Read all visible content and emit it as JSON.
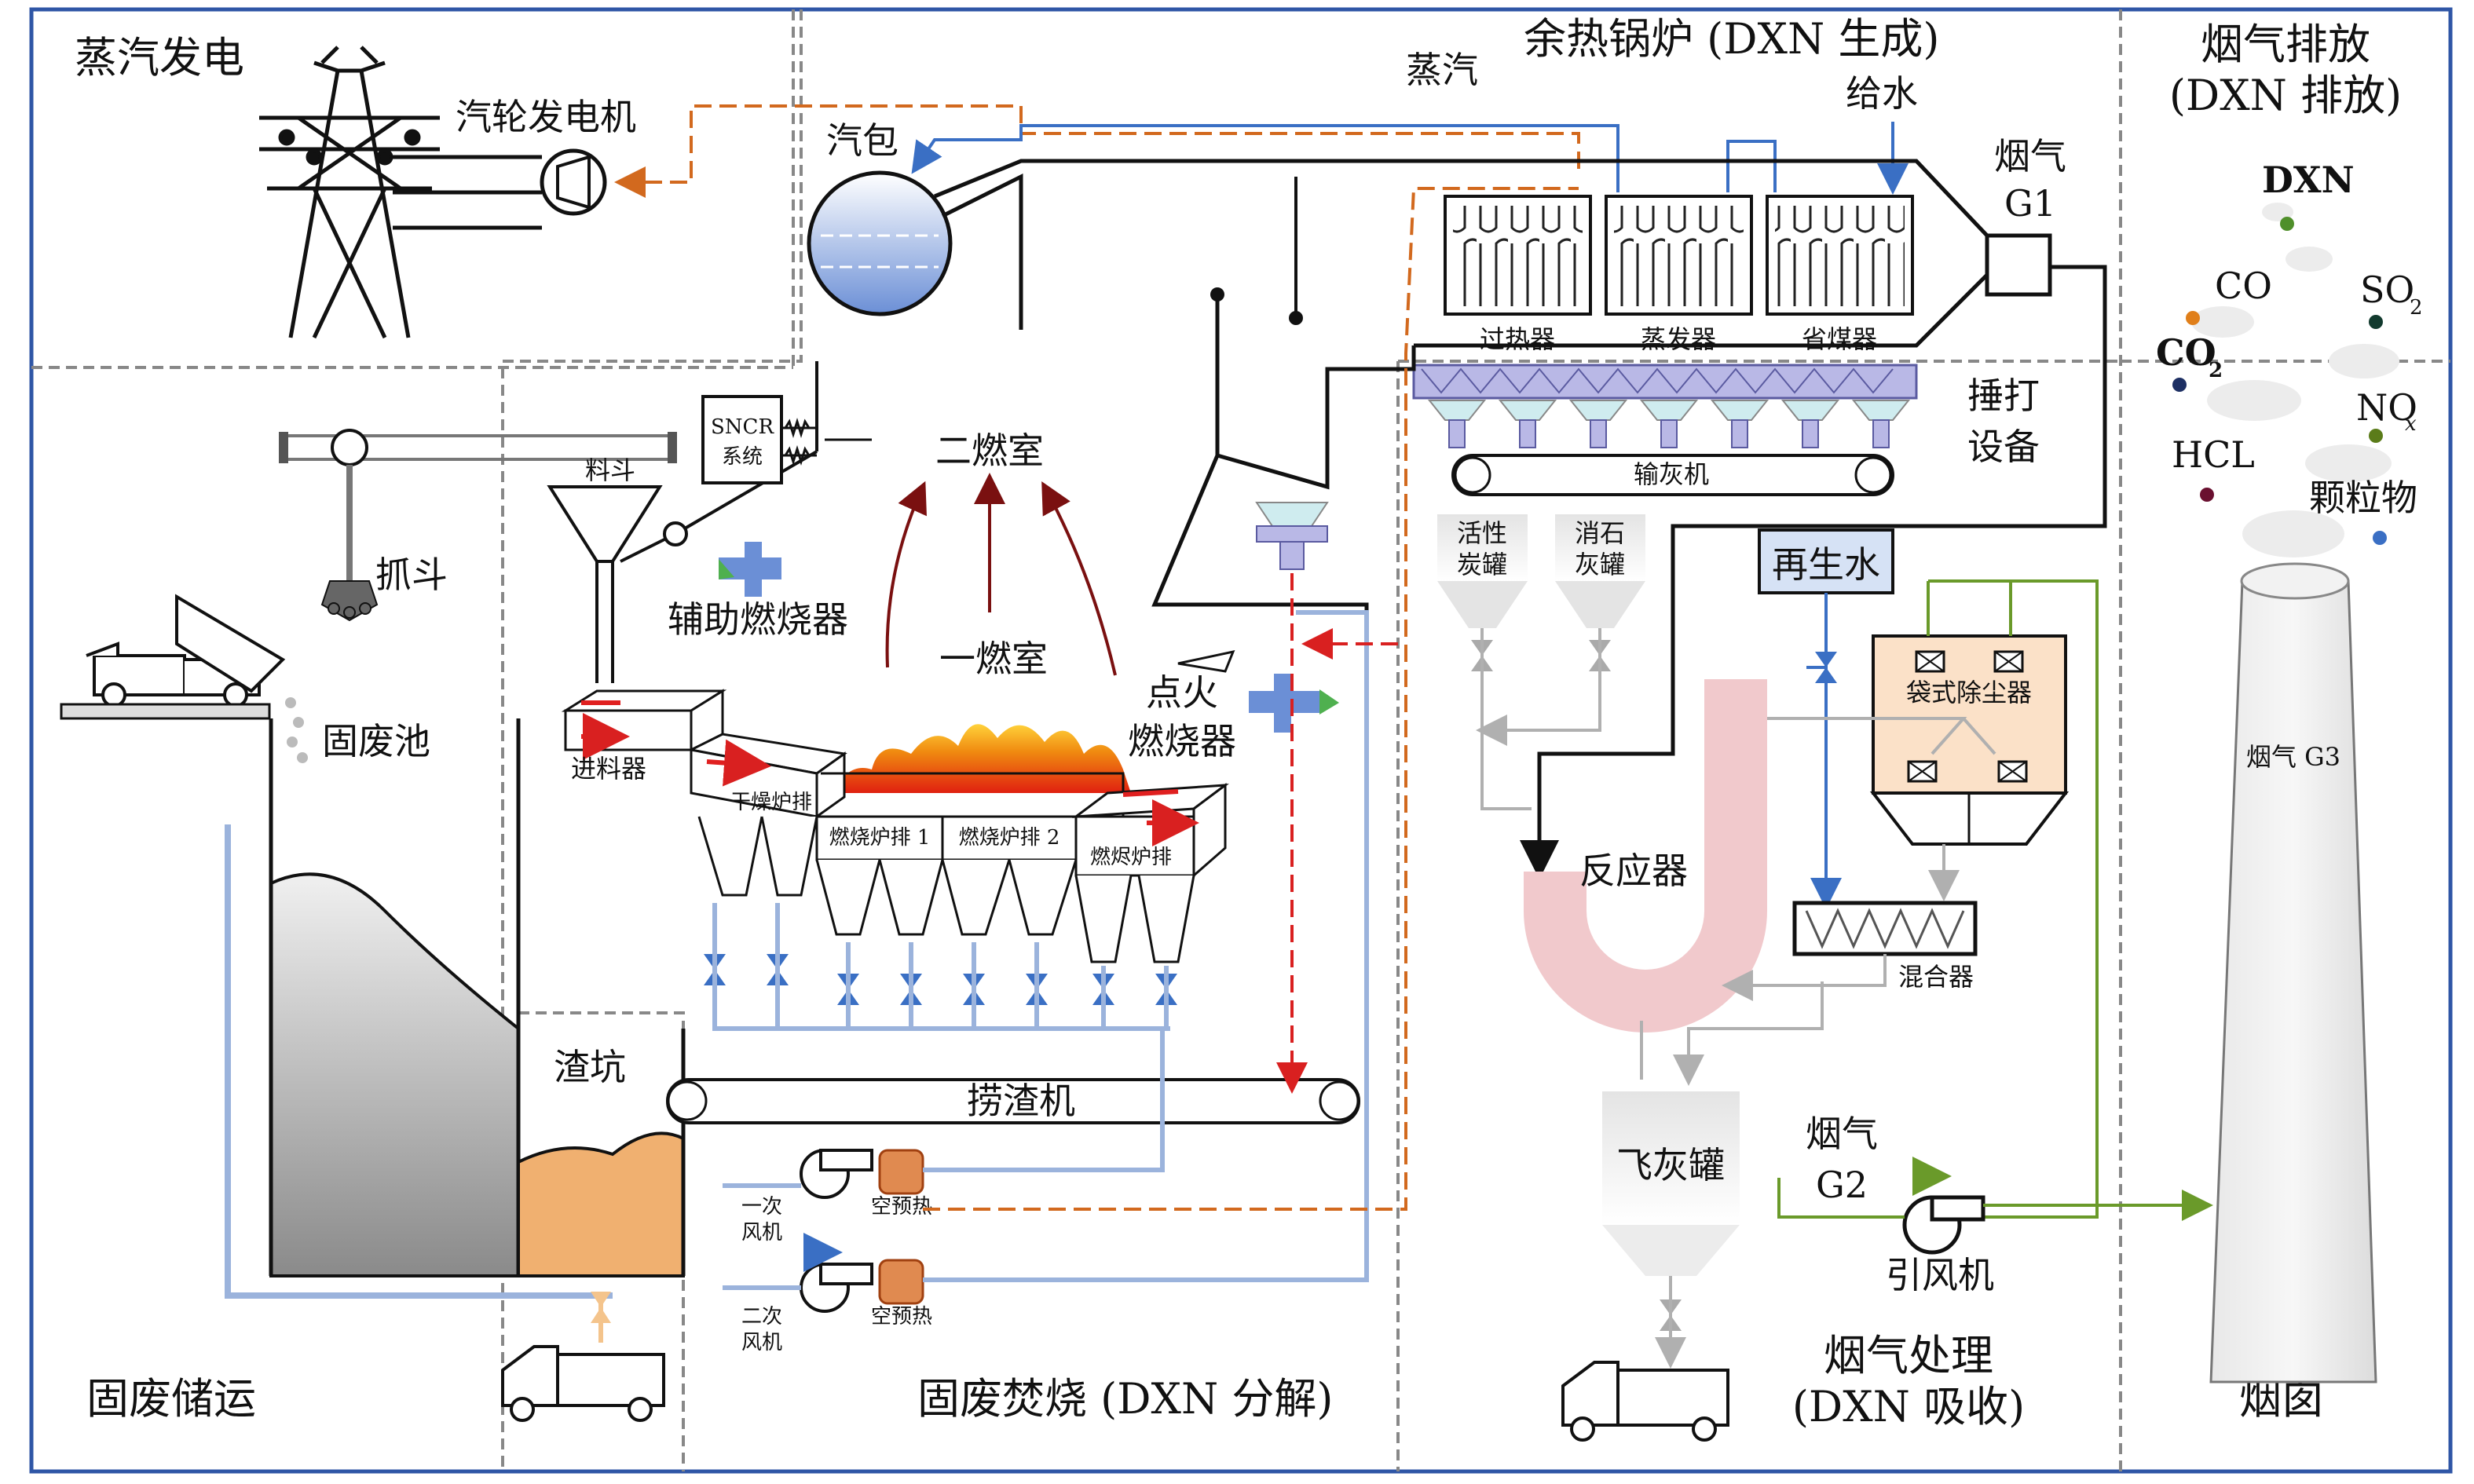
{
  "regions": {
    "steam_power": "蒸汽发电",
    "boiler": "余热锅炉 (DXN 生成)",
    "emission_line1": "烟气排放",
    "emission_line2": "(DXN 排放)",
    "storage": "固废储运",
    "incineration": "固废焚烧 (DXN 分解)",
    "treatment_line1": "烟气处理",
    "treatment_line2": "(DXN 吸收)",
    "chimney": "烟囱"
  },
  "labels": {
    "turbine": "汽轮发电机",
    "steam": "蒸汽",
    "drum": "汽包",
    "feedwater": "给水",
    "flue_g1_a": "烟气",
    "flue_g1_b": "G1",
    "superheater": "过热器",
    "evaporator": "蒸发器",
    "economizer": "省煤器",
    "rapper_a": "捶打",
    "rapper_b": "设备",
    "ash_conveyor": "输灰机",
    "activated_carbon_a": "活性",
    "activated_carbon_b": "炭罐",
    "lime_a": "消石",
    "lime_b": "灰罐",
    "regen_water": "再生水",
    "baghouse": "袋式除尘器",
    "reactor": "反应器",
    "mixer": "混合器",
    "fly_ash_tank": "飞灰罐",
    "flue_g2_a": "烟气",
    "flue_g2_b": "G2",
    "id_fan": "引风机",
    "flue_g3": "烟气 G3",
    "sncr_a": "SNCR",
    "sncr_b": "系统",
    "hopper": "料斗",
    "secondary_chamber": "二燃室",
    "primary_chamber": "一燃室",
    "aux_burner": "辅助燃烧器",
    "ignition_a": "点火",
    "ignition_b": "燃烧器",
    "grab": "抓斗",
    "waste_pit": "固废池",
    "feeder": "进料器",
    "dry_grate": "干燥炉排",
    "burn_grate_1": "燃烧炉排 1",
    "burn_grate_2": "燃烧炉排 2",
    "burnout_grate": "燃烬炉排",
    "slag_pit": "渣坑",
    "slag_extractor": "捞渣机",
    "primary_fan_a": "一次",
    "primary_fan_b": "风机",
    "secondary_fan_a": "二次",
    "secondary_fan_b": "风机",
    "air_preheater_1": "空预热",
    "air_preheater_2": "空预热"
  },
  "emissions": {
    "dxn": "DXN",
    "co": "CO",
    "so2": "SO",
    "so2_sub": "2",
    "co2": "CO",
    "co2_sub": "2",
    "nox": "NO",
    "nox_sub": "x",
    "hcl": "HCL",
    "particles": "颗粒物"
  },
  "colors": {
    "border": "#2f56a6",
    "steam_line": "#d2691e",
    "water_line": "#3a6fc4",
    "pipe_blue": "#9bb3dc",
    "flue_green": "#6a9a2a",
    "red_flow": "#d92020",
    "gray_flow": "#b0b0b0",
    "pink_reactor": "#f1c9cc",
    "slag": "#f0b070",
    "bag_filter": "#fbe1c8",
    "dxn_dot": "#4f8f2a",
    "co_dot": "#e07f1a",
    "co2_dot": "#1d2f63",
    "so2_dot": "#123a2e",
    "nox_dot": "#5b7c1a",
    "hcl_dot": "#6a1030",
    "particle_dot": "#3a6fc4"
  }
}
